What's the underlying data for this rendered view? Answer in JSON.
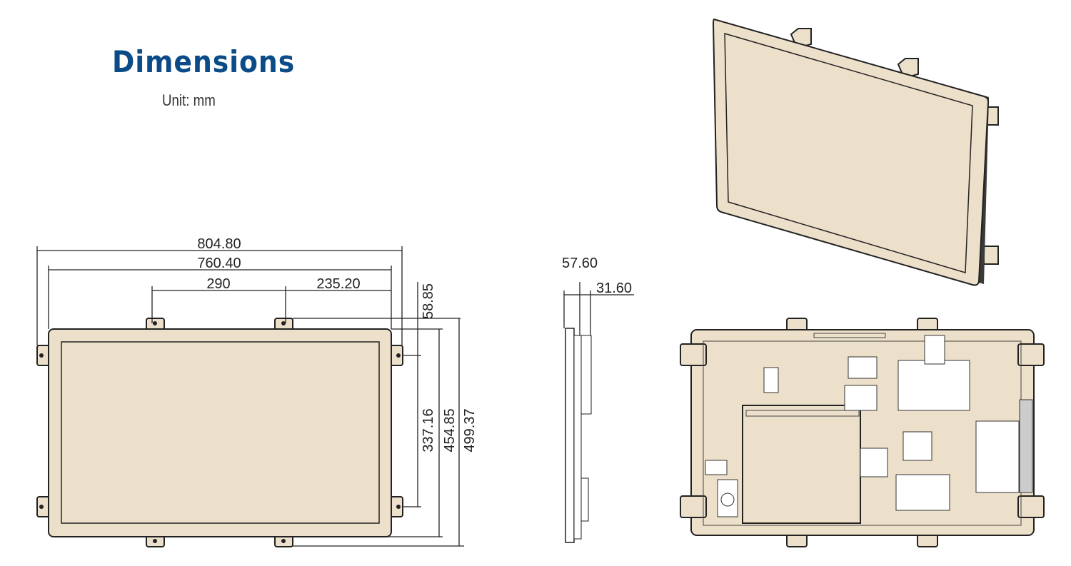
{
  "header": {
    "title": "Dimensions",
    "unit": "Unit: mm"
  },
  "front_view": {
    "width_overall": "804.80",
    "width_panel": "760.40",
    "tab_spacing": "290",
    "tab_offset": "235.20",
    "tab_vertical_offset": "58.85",
    "side_tab_spacing": "337.16",
    "height_panel": "454.85",
    "height_overall": "499.37"
  },
  "side_view": {
    "depth_overall": "57.60",
    "depth_body": "31.60"
  },
  "colors": {
    "title": "#0b4b87",
    "body": "#ede0ca"
  }
}
